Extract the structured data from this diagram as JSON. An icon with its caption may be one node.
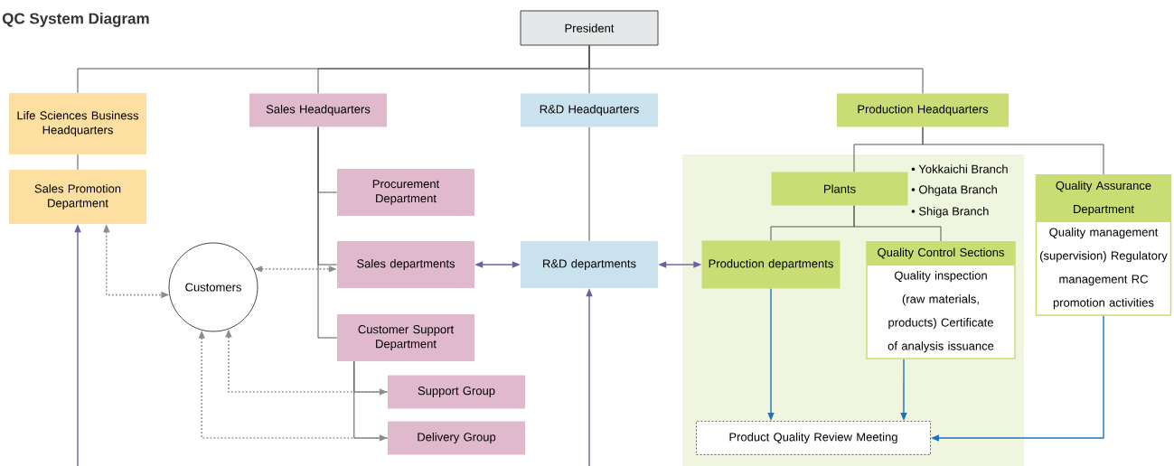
{
  "diagram": {
    "title": "QC System Diagram",
    "nodes": [
      {
        "text": [
          "President"
        ]
      },
      {
        "text": [
          "Life Sciences Business Headquarters"
        ]
      },
      {
        "text": [
          "Sales Promotion Department"
        ]
      },
      {
        "text": [
          "Sales Headquarters"
        ]
      },
      {
        "text": [
          "Procurement Department"
        ]
      },
      {
        "text": [
          "Sales departments"
        ]
      },
      {
        "text": [
          "Customer Support Department"
        ]
      },
      {
        "text": [
          "Support Group"
        ]
      },
      {
        "text": [
          "Delivery Group"
        ]
      },
      {
        "text": [
          "Customers"
        ]
      },
      {
        "text": [
          "R&D Headquarters"
        ]
      },
      {
        "text": [
          "R&D departments"
        ]
      },
      {
        "text": [
          "Production Headquarters"
        ]
      },
      {
        "text": [
          "Plants"
        ],
        "beside": [
          "• Yokkaichi Branch",
          "• Ohgata Branch",
          "• Shiga Branch"
        ]
      },
      {
        "text": [
          "Production departments"
        ]
      },
      {
        "text": [
          "Quality Control Sections",
          "Quality inspection (raw materials, products) Certificate of analysis issuance"
        ]
      },
      {
        "text": [
          "Quality Assurance Department",
          "Quality management (supervision) Regulatory management RC promotion activities"
        ]
      },
      {
        "text": [
          "Product Quality Review Meeting"
        ]
      }
    ],
    "edges": [
      {
        "from": 0,
        "to": 1,
        "arrow": "none"
      },
      {
        "from": 0,
        "to": 3,
        "arrow": "none"
      },
      {
        "from": 0,
        "to": 10,
        "arrow": "none"
      },
      {
        "from": 0,
        "to": 12,
        "arrow": "none"
      },
      {
        "from": 1,
        "to": 2,
        "arrow": "none"
      },
      {
        "from": 3,
        "to": 4,
        "arrow": "none"
      },
      {
        "from": 3,
        "to": 5,
        "arrow": "none"
      },
      {
        "from": 3,
        "to": 6,
        "arrow": "none"
      },
      {
        "from": 6,
        "to": 7,
        "arrow": "none"
      },
      {
        "from": 6,
        "to": 8,
        "arrow": "none"
      },
      {
        "from": 10,
        "to": 11,
        "arrow": "none"
      },
      {
        "from": 12,
        "to": 13,
        "arrow": "none"
      },
      {
        "from": 12,
        "to": 16,
        "arrow": "none"
      },
      {
        "from": 13,
        "to": 14,
        "arrow": "none"
      },
      {
        "from": 13,
        "to": 15,
        "arrow": "none"
      },
      {
        "from": null,
        "to": 2,
        "arrow": "to",
        "color": "#6e5ea5"
      },
      {
        "from": 5,
        "to": 11,
        "arrow": "both",
        "color": "#6e5ea5"
      },
      {
        "from": 11,
        "to": 14,
        "arrow": "both",
        "color": "#6e5ea5"
      },
      {
        "from": null,
        "to": 11,
        "arrow": "to",
        "color": "#6e5ea5"
      },
      {
        "from": 2,
        "to": 9,
        "arrow": "both",
        "style": "dashed",
        "color": "#8c8c8c"
      },
      {
        "from": 9,
        "to": 5,
        "arrow": "both",
        "style": "dashed",
        "color": "#8c8c8c"
      },
      {
        "from": 9,
        "to": 7,
        "arrow": "both",
        "style": "dashed",
        "color": "#8c8c8c"
      },
      {
        "from": 9,
        "to": 8,
        "arrow": "both",
        "style": "dashed",
        "color": "#8c8c8c"
      },
      {
        "from": 14,
        "to": 17,
        "arrow": "to",
        "color": "#1b75bc"
      },
      {
        "from": 15,
        "to": 17,
        "arrow": "to",
        "color": "#1b75bc"
      },
      {
        "from": 16,
        "to": 17,
        "arrow": "to",
        "color": "#1b75bc"
      }
    ]
  }
}
